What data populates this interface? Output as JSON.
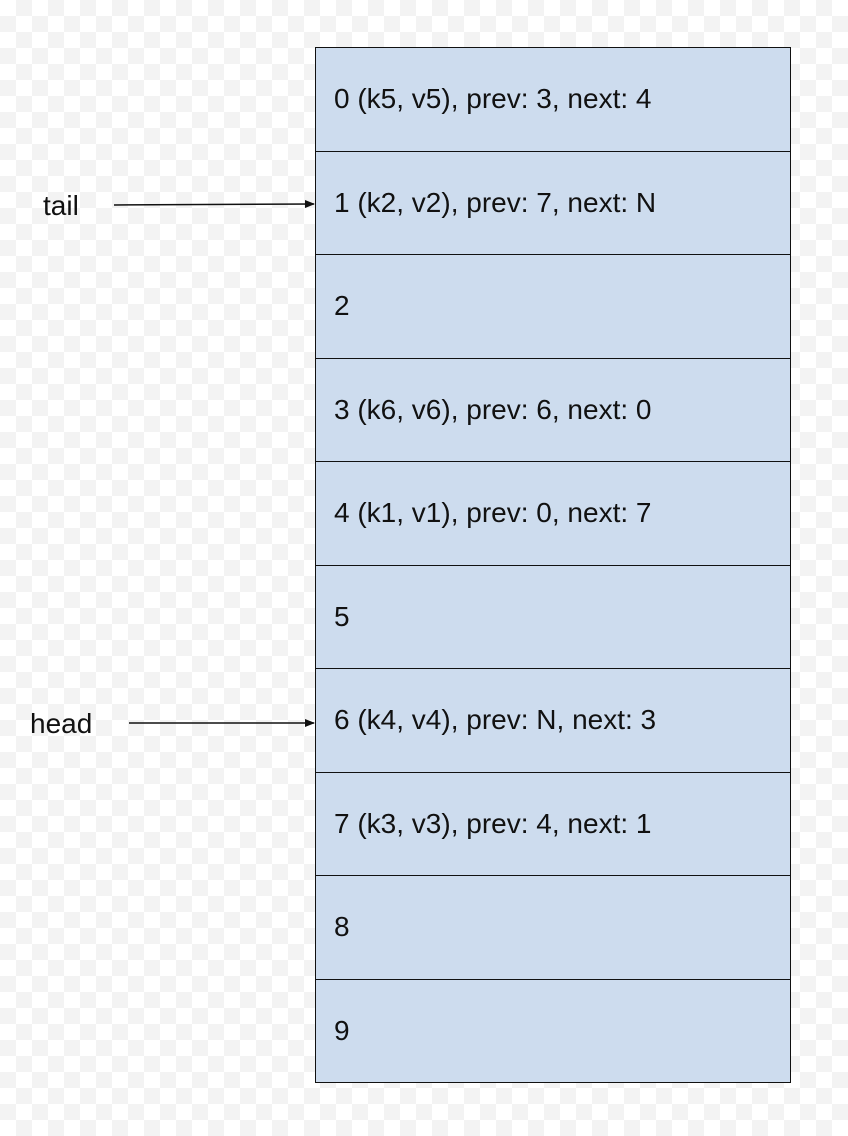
{
  "array": {
    "cells": [
      {
        "text": "0 (k5, v5), prev: 3, next: 4"
      },
      {
        "text": "1 (k2, v2), prev: 7, next: N"
      },
      {
        "text": "2"
      },
      {
        "text": "3 (k6, v6), prev: 6, next: 0"
      },
      {
        "text": "4 (k1, v1), prev: 0, next: 7"
      },
      {
        "text": "5"
      },
      {
        "text": "6 (k4, v4), prev: N, next: 3"
      },
      {
        "text": "7 (k3, v3), prev: 4, next: 1"
      },
      {
        "text": "8"
      },
      {
        "text": "9"
      }
    ]
  },
  "pointers": {
    "tail": {
      "label": "tail",
      "target_index": 1
    },
    "head": {
      "label": "head",
      "target_index": 6
    }
  }
}
